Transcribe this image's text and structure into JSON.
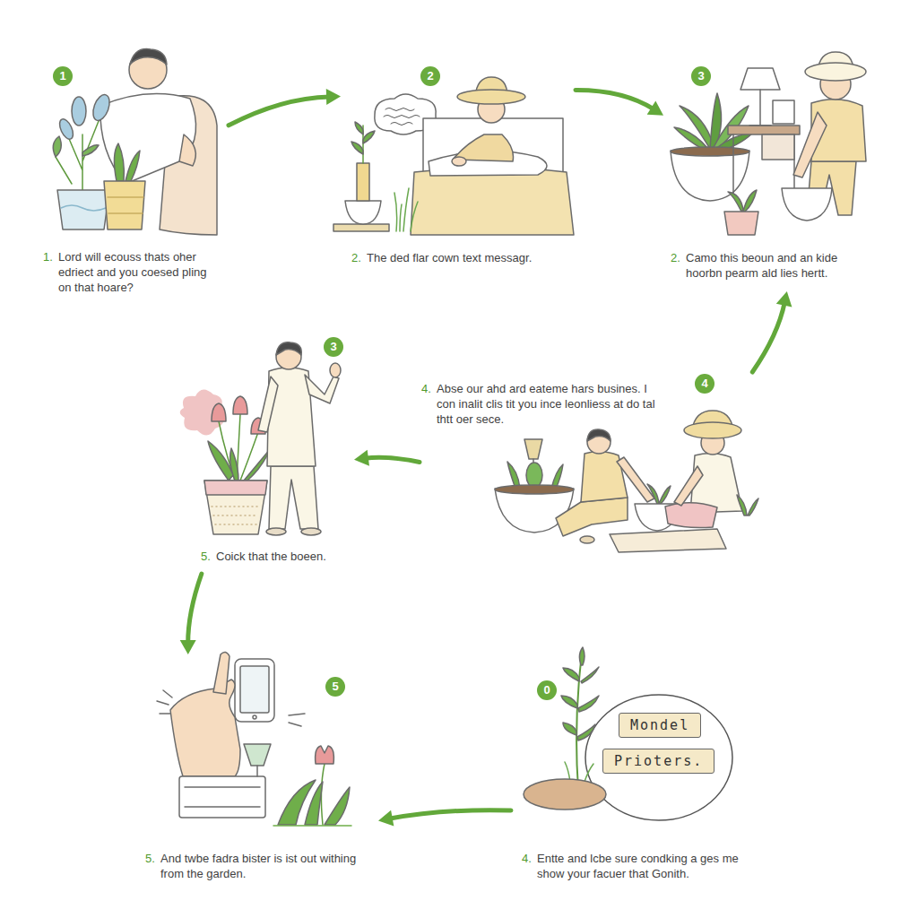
{
  "diagram": {
    "nodes": [
      {
        "text": [
          "1",
          "1.",
          "Lord will ecouss thats oher edriect and you coesed pling on that hoare?"
        ]
      },
      {
        "text": [
          "2",
          "2.",
          "The ded flar cown text messagr."
        ]
      },
      {
        "text": [
          "3",
          "2.",
          "Camo this beoun and an kide hoorbn pearm ald lies hertt."
        ]
      },
      {
        "text": [
          "3",
          "5.",
          "Coick that the boeen."
        ]
      },
      {
        "text": [
          "4",
          "4.",
          "Abse our ahd ard eateme hars busines. I con inalit clis tit you ince leonliess at do tal thtt oer sece."
        ]
      },
      {
        "text": [
          "5",
          "5.",
          "And twbe fadra bister is ist out withing from the garden."
        ]
      },
      {
        "text": [
          "0",
          "4.",
          "Entte and lcbe sure condking a ges me show your facuer that Gonith."
        ]
      },
      {
        "text": [
          "Mondel"
        ],
        "in": 6
      },
      {
        "text": [
          "Prioters."
        ],
        "in": 6
      }
    ],
    "edges": [
      {
        "from": 0,
        "to": 1,
        "arrow": "to"
      },
      {
        "from": 1,
        "to": 2,
        "arrow": "to"
      },
      {
        "from": 4,
        "to": 2,
        "arrow": "to"
      },
      {
        "from": 4,
        "to": 3,
        "arrow": "to"
      },
      {
        "from": 3,
        "to": 5,
        "arrow": "to"
      },
      {
        "from": 6,
        "to": 5,
        "arrow": "to"
      }
    ]
  }
}
